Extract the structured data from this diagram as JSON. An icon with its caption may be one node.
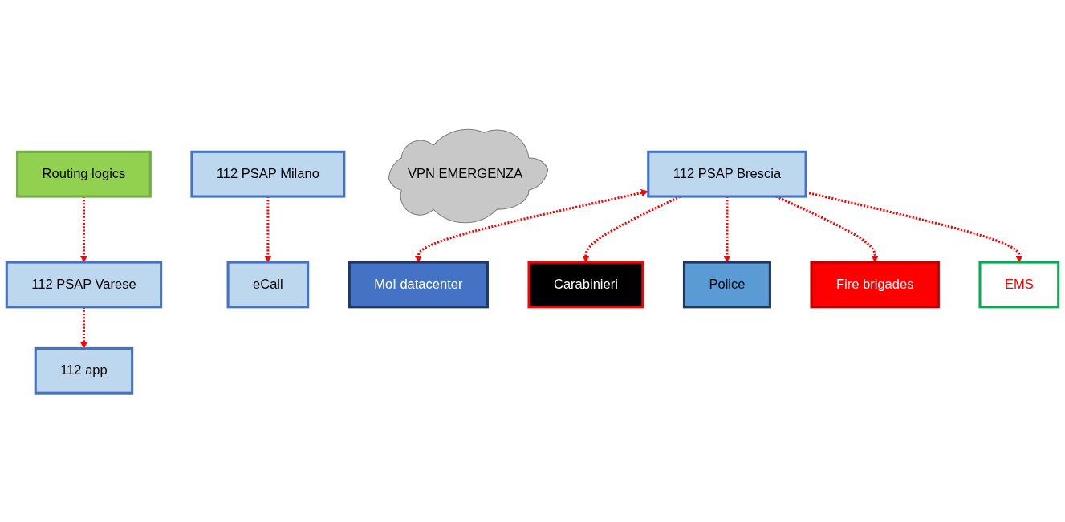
{
  "diagram": {
    "nodes": [
      {
        "text": [
          "112 PSAP Varese"
        ]
      },
      {
        "text": [
          "eCall"
        ]
      },
      {
        "text": [
          "112 PSAP Milano"
        ]
      },
      {
        "text": [
          "112 app"
        ]
      },
      {
        "text": [
          "112 PSAP Brescia"
        ]
      },
      {
        "text": [
          "VPN EMERGENZA"
        ]
      },
      {
        "text": [
          "Routing logics"
        ]
      },
      {
        "text": [
          "MoI datacenter"
        ]
      },
      {
        "text": [
          "Carabinieri"
        ]
      },
      {
        "text": [
          "Police"
        ]
      },
      {
        "text": [
          "Fire brigades"
        ]
      },
      {
        "text": [
          "EMS"
        ]
      }
    ],
    "edges": [
      {
        "from": 6,
        "to": 0,
        "arrow": "to",
        "style": "dashed"
      },
      {
        "from": 2,
        "to": 1,
        "arrow": "to",
        "style": "dashed"
      },
      {
        "from": 0,
        "to": 3,
        "arrow": "to",
        "style": "dashed"
      },
      {
        "from": 4,
        "to": 7,
        "arrow": "both",
        "style": "dashed"
      },
      {
        "from": 4,
        "to": 8,
        "arrow": "to",
        "style": "dashed"
      },
      {
        "from": 4,
        "to": 9,
        "arrow": "to",
        "style": "dashed"
      },
      {
        "from": 4,
        "to": 10,
        "arrow": "to",
        "style": "dashed"
      },
      {
        "from": 4,
        "to": 11,
        "arrow": "to",
        "style": "dashed"
      }
    ]
  }
}
